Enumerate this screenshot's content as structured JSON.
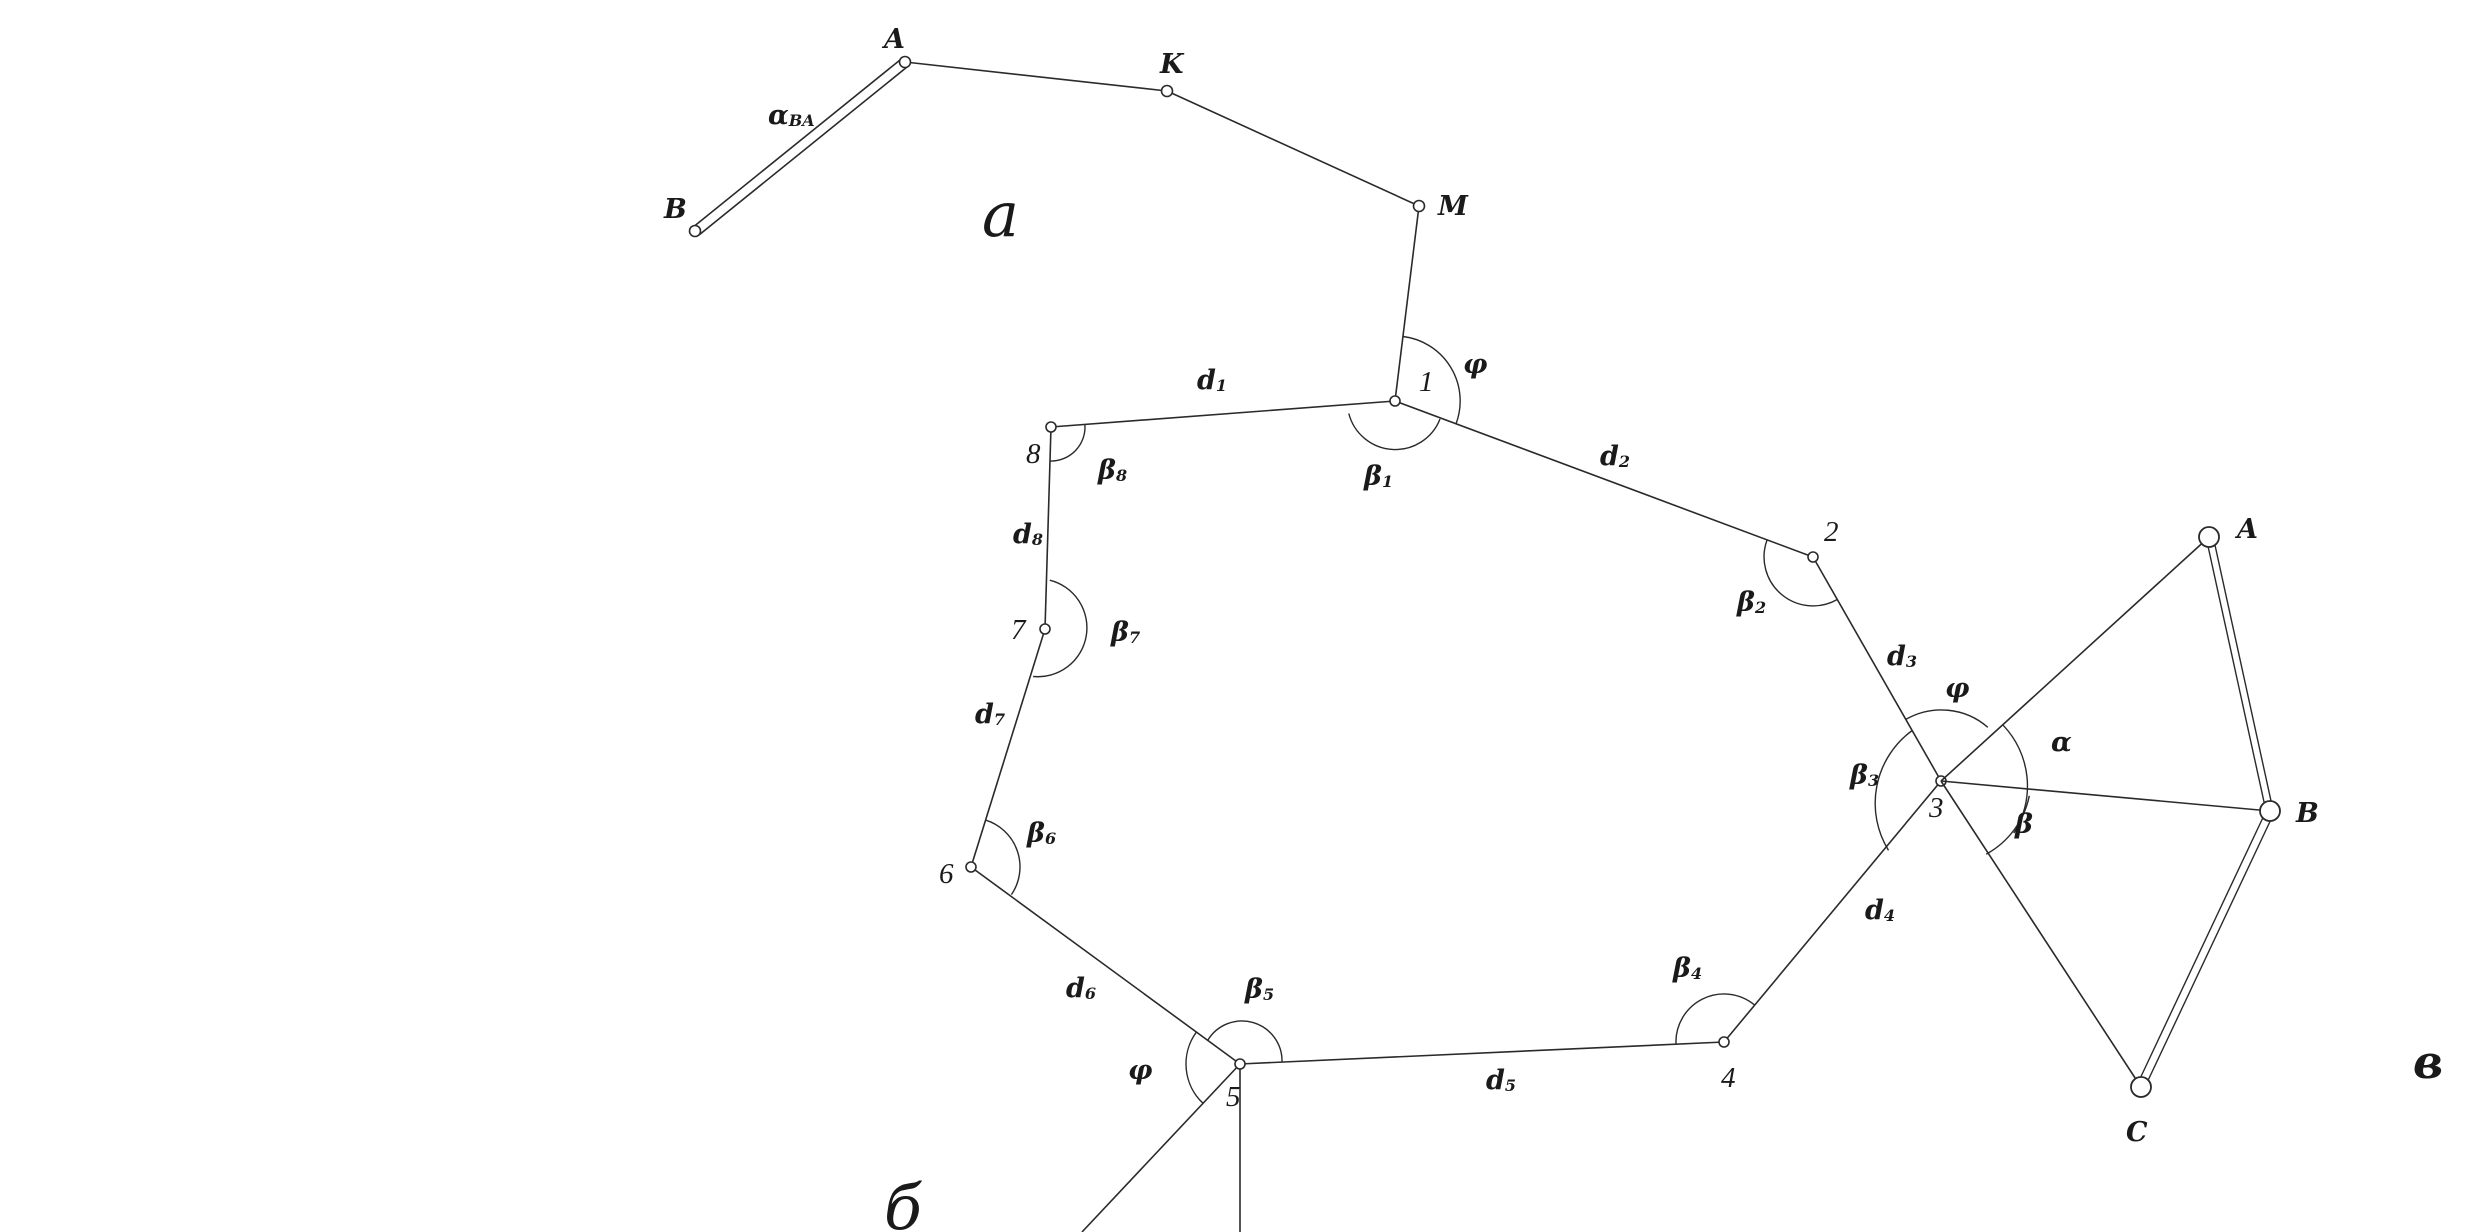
{
  "panel_a": {
    "caption": "а",
    "points": {
      "A": "A",
      "B": "B",
      "K": "K",
      "M": "M"
    },
    "alpha_main": "α",
    "alpha_sub": "BA"
  },
  "panel_b": {
    "caption": "б",
    "vertices": [
      "1",
      "2",
      "3",
      "4",
      "5",
      "6",
      "7",
      "8"
    ],
    "phi": "φ",
    "beta": "β",
    "d": "d",
    "beta_subs": [
      "1",
      "2",
      "3",
      "4",
      "5",
      "6",
      "7",
      "8"
    ],
    "d_subs": [
      "1",
      "2",
      "3",
      "4",
      "5",
      "6",
      "7",
      "8"
    ]
  },
  "panel_c": {
    "caption": "в",
    "points": {
      "A": "A",
      "B": "B",
      "C": "C"
    },
    "alpha": "α",
    "beta": "β",
    "phi": "φ"
  }
}
